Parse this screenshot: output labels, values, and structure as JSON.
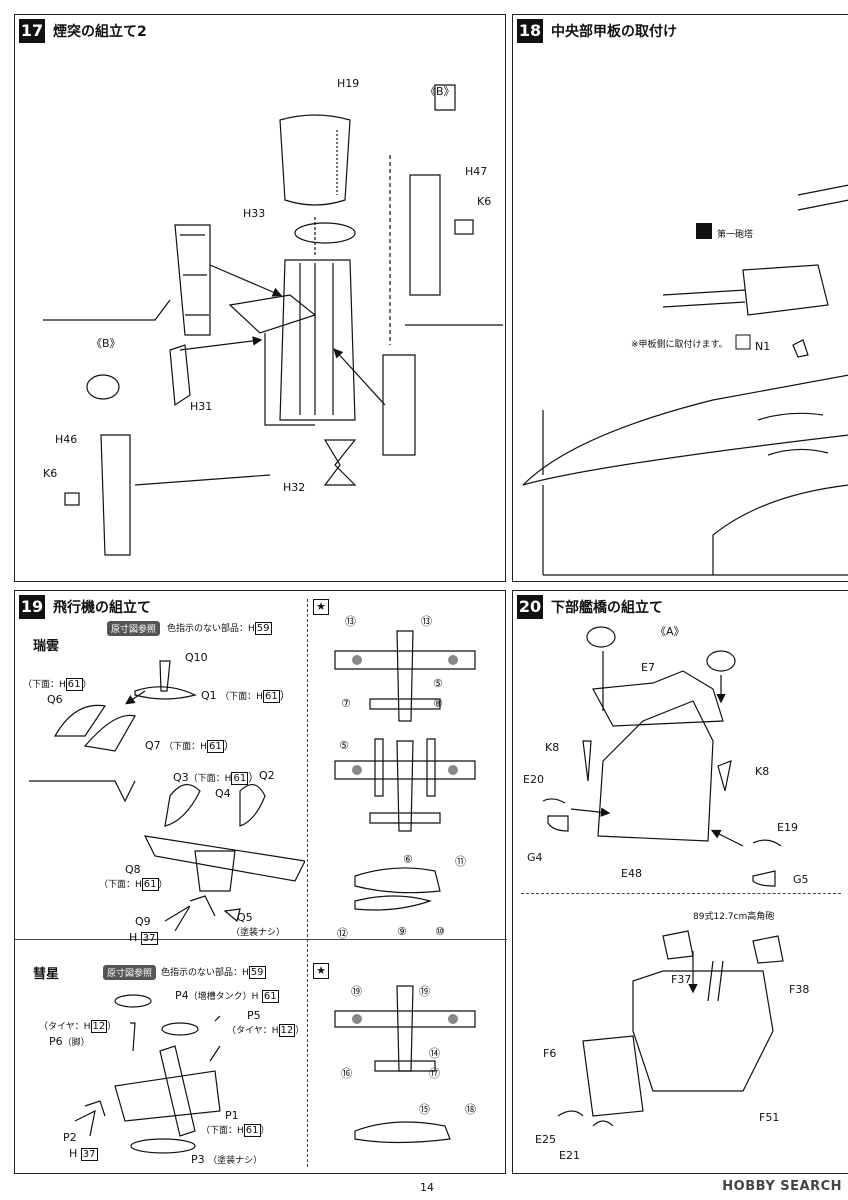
{
  "steps": {
    "s17": {
      "num": "17",
      "title": "煙突の組立て2",
      "labels": {
        "h19": "H19",
        "h33": "H33",
        "h47": "H47",
        "k6a": "K6",
        "b1": "《B》",
        "b2": "《B》",
        "h46": "H46",
        "k6b": "K6",
        "h31": "H31",
        "h32": "H32"
      }
    },
    "s18": {
      "num": "18",
      "title": "中央部甲板の取付け",
      "turret": "第一砲塔",
      "note": "※甲板側に取付けます。",
      "n1": "N1"
    },
    "s19": {
      "num": "19",
      "title": "飛行機の組立て",
      "zuiun": {
        "name": "瑞雲",
        "tag": "原寸図参照",
        "nocolor": "色指示のない部品：H",
        "nocolor_num": "59",
        "q10": "Q10",
        "q1": "Q1",
        "q1_note": "（下面：H",
        "q1_num": "61",
        "q6": "Q6",
        "q6_note": "（下面：H",
        "q6_num": "61",
        "q7": "Q7",
        "q7_note": "（下面：H",
        "q7_num": "61",
        "q3": "Q3",
        "q3_note": "（下面：H",
        "q3_num": "61",
        "q2": "Q2",
        "q4": "Q4",
        "q8": "Q8",
        "q8_note": "（下面：H",
        "q8_num": "61",
        "q9": "Q9",
        "q9_h": "H",
        "q9_num": "37",
        "q5": "Q5",
        "q5_note": "（塗装ナシ）"
      },
      "suisei": {
        "name": "彗星",
        "tag": "原寸図参照",
        "nocolor": "色指示のない部品：H",
        "nocolor_num": "59",
        "p4": "P4",
        "p4_note": "（増槽タンク）H",
        "p4_num": "61",
        "p5": "P5",
        "p5_note": "（タイヤ：H",
        "p5_num": "12",
        "tire": "（タイヤ：H",
        "tire_num": "12",
        "p6": "P6",
        "p6_note": "（脚）",
        "p1": "P1",
        "p1_note": "（下面：H",
        "p1_num": "61",
        "p2": "P2",
        "p2_h": "H",
        "p2_num": "37",
        "p3": "P3",
        "p3_note": "（塗装ナシ）"
      },
      "decals_top": [
        "⑬",
        "⑬",
        "⑤",
        "⑦",
        "⑧",
        "⑤",
        "⑥",
        "⑪",
        "⑫",
        "⑨",
        "⑩"
      ],
      "decals_bottom": [
        "⑲",
        "⑲",
        "⑭",
        "⑯",
        "⑰",
        "⑮",
        "⑱"
      ]
    },
    "s20": {
      "num": "20",
      "title": "下部艦橋の組立て",
      "labels": {
        "a": "《A》",
        "e7": "E7",
        "k8a": "K8",
        "k8b": "K8",
        "e20": "E20",
        "g4": "G4",
        "e48": "E48",
        "e19": "E19",
        "g5": "G5",
        "gun": "89式12.7cm高角砲",
        "f37": "F37",
        "f38": "F38",
        "f6": "F6",
        "f51": "F51",
        "e25": "E25",
        "e21": "E21"
      }
    }
  },
  "page_number": "14",
  "watermark": "HOBBY SEARCH"
}
